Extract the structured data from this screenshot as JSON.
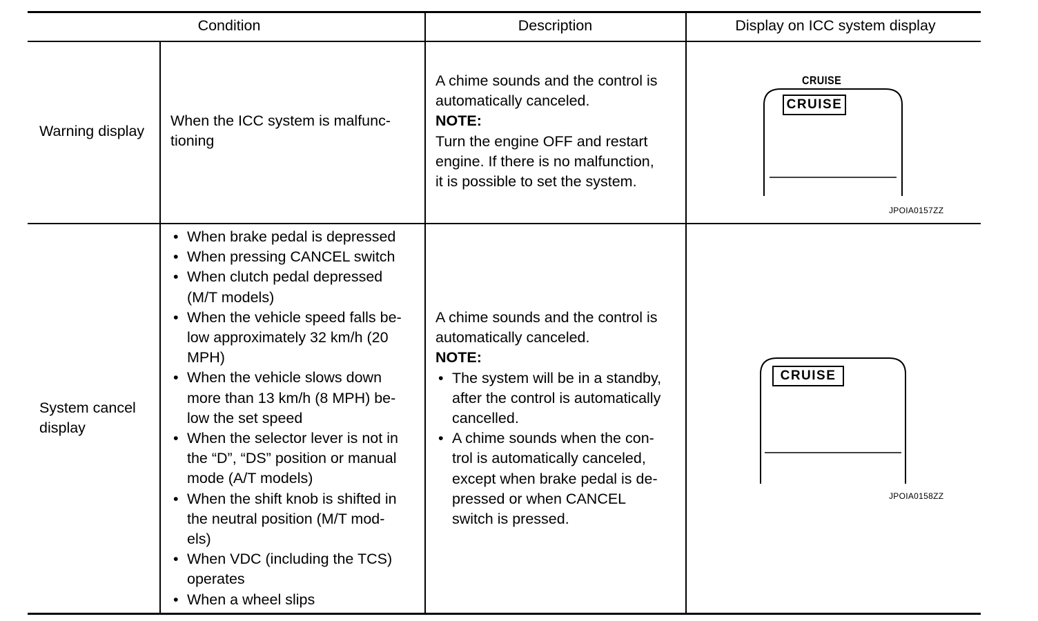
{
  "header": {
    "condition": "Condition",
    "description": "Description",
    "display": "Display on ICC system display"
  },
  "rows": [
    {
      "label": "Warning display",
      "condition": [
        "When the ICC system is malfunc-",
        "tioning"
      ],
      "description_lines": [
        {
          "text": "A chime sounds and the control is",
          "bold": false
        },
        {
          "text": "automatically canceled.",
          "bold": false
        },
        {
          "text": "NOTE:",
          "bold": true
        },
        {
          "text": "Turn the engine OFF and restart",
          "bold": false
        },
        {
          "text": "engine. If there is no malfunction,",
          "bold": false
        },
        {
          "text": "it is possible to set the system.",
          "bold": false
        }
      ],
      "display": {
        "top_text": "CRUISE",
        "badge": "CRUISE",
        "caption": "JPOIA0157ZZ"
      }
    },
    {
      "label_lines": [
        "System cancel",
        "display"
      ],
      "condition_items": [
        [
          "When brake pedal is depressed"
        ],
        [
          "When pressing CANCEL switch"
        ],
        [
          "When clutch pedal depressed",
          "(M/T models)"
        ],
        [
          "When the vehicle speed falls be-",
          "low approximately 32 km/h (20",
          "MPH)"
        ],
        [
          "When the vehicle slows down",
          "more than 13 km/h (8 MPH) be-",
          "low the set speed"
        ],
        [
          "When the selector lever is not in",
          "the “D”, “DS” position or manual",
          "mode (A/T models)"
        ],
        [
          "When the shift knob is shifted in",
          "the neutral position (M/T mod-",
          "els)"
        ],
        [
          "When VDC (including the TCS)",
          "operates"
        ],
        [
          "When a wheel slips"
        ]
      ],
      "description_intro": [
        "A chime sounds and the control is",
        "automatically canceled."
      ],
      "note_label": "NOTE:",
      "note_items": [
        [
          "The system will be in a standby,",
          "after the control is automatically",
          "cancelled."
        ],
        [
          "A chime sounds when the con-",
          "trol is automatically canceled,",
          "except when brake pedal is de-",
          "pressed or when CANCEL",
          "switch is pressed."
        ]
      ],
      "display": {
        "badge": "CRUISE",
        "caption": "JPOIA0158ZZ"
      }
    }
  ]
}
